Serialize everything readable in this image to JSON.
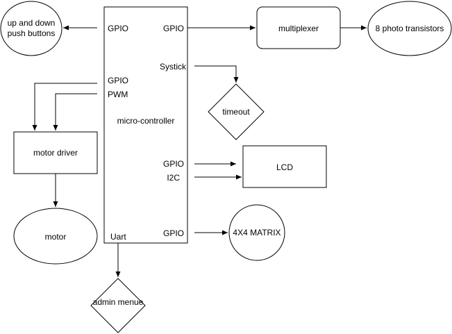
{
  "nodes": {
    "push_buttons": {
      "line1": "up and down",
      "line2": "push buttons"
    },
    "micro_controller": "micro-controller",
    "multiplexer": "multiplexer",
    "photo_transistors": "8 photo transistors",
    "timeout": "timeout",
    "motor_driver": "motor driver",
    "motor": "motor",
    "lcd": "LCD",
    "matrix": "4X4 MATRIX",
    "admin_menu": "admin menue"
  },
  "pins": {
    "gpio_left_top": "GPIO",
    "gpio_right_top": "GPIO",
    "systick": "Systick",
    "gpio_left_mid": "GPIO",
    "pwm": "PWM",
    "gpio_lcd": "GPIO",
    "i2c": "I2C",
    "gpio_matrix": "GPIO",
    "uart": "Uart"
  }
}
